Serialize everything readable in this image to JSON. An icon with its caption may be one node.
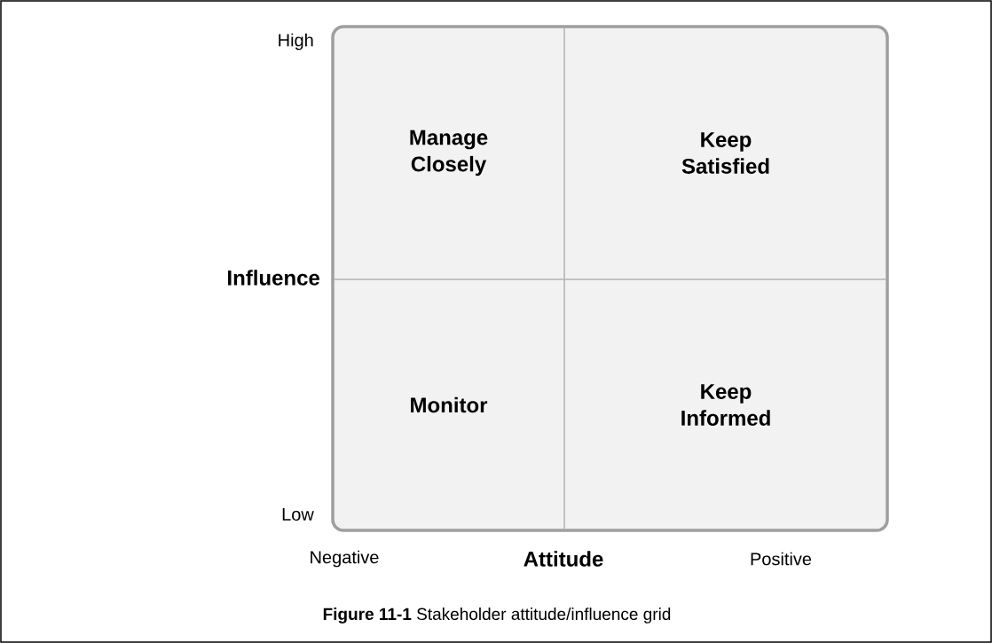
{
  "diagram": {
    "caption": "**Figure 11-1**  Stakeholder attitude/influence grid",
    "nodes": [
      {
        "text": [],
        "shape": "box"
      },
      {
        "text": [
          "Manage Closely"
        ],
        "in": 0
      },
      {
        "text": [
          "Keep Satisfied"
        ],
        "in": 0
      },
      {
        "text": [
          "Monitor"
        ],
        "in": 0
      },
      {
        "text": [
          "Keep Informed"
        ],
        "in": 0
      }
    ],
    "labels": [
      "High",
      "Influence",
      "Low",
      "Negative",
      "Attitude",
      "Positive"
    ]
  }
}
